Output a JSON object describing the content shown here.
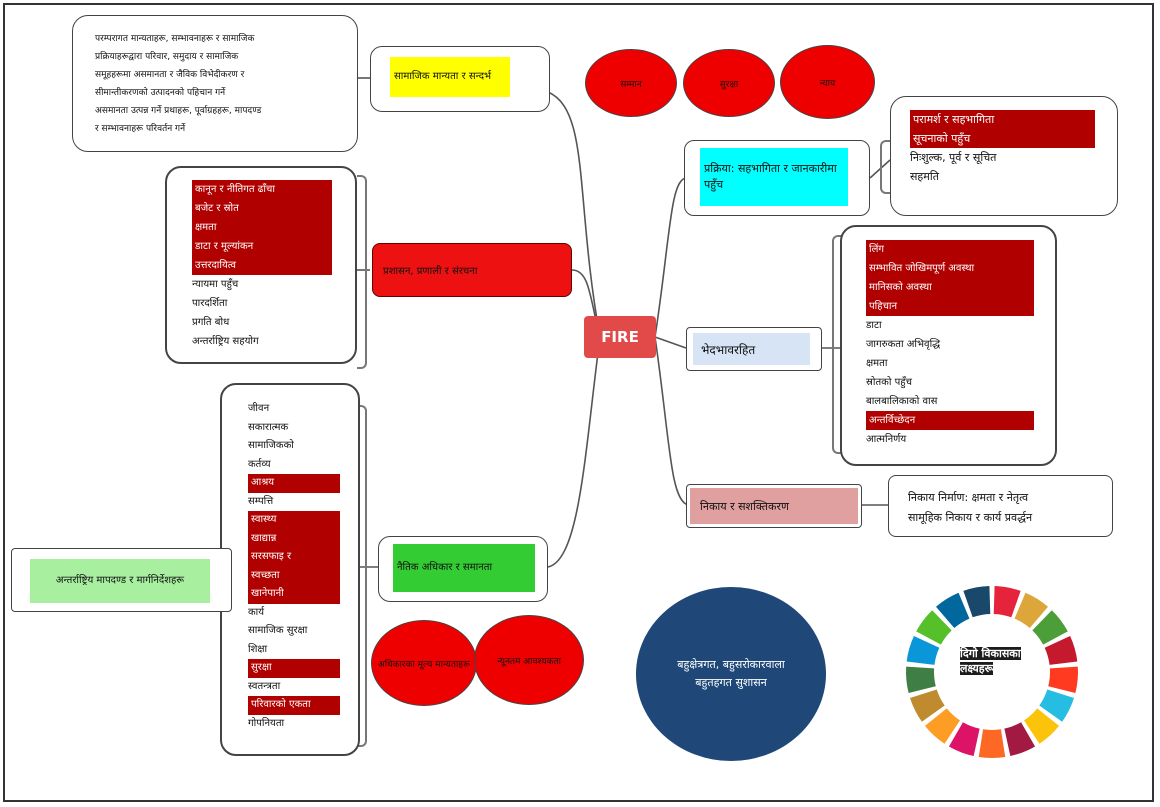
{
  "center": {
    "label": "FIRE"
  },
  "top_circles": [
    "सम्मान",
    "सुरक्षा",
    "न्याय"
  ],
  "bottom_circles": [
    "अधिकारका मूल्य मान्यताहरू",
    "न्यूनतम आवश्यकता"
  ],
  "nodes": {
    "social": "सामाजिक मान्यता र सन्दर्भ",
    "gov": "प्रशासन, प्रणाली र संरचना",
    "moral": "नैतिक अधिकार र समानता",
    "process": "प्रक्रिया: सहभागिता र जानकारीमा पहुँच",
    "nondisc": "भेदभावरहित",
    "empower": "निकाय र सशक्तिकरण",
    "intl": "अन्तर्राष्ट्रिय मापदण्ड र मार्गनिर्देशहरू",
    "oval": "बहुक्षेत्रगत, बहुसरोकारवाला बहुतहगत सुशासन",
    "sdg": "दिगो विकासका लक्ष्यहरू"
  },
  "social_desc": [
    "परम्परागत मान्यताहरू, सम्भावनाहरू र सामाजिक",
    "प्रक्रियाहरूद्वारा परिवार, समुदाय र सामाजिक",
    "समूहहरूमा असमानता र जैविक विभेदीकरण र",
    "सीमान्तीकरणको उत्पादनको पहिचान गर्ने",
    "असमानता उत्पन्न गर्ने प्रथाहरू, पूर्वाग्रहहरू, मापदण्ड",
    "र सम्भावनाहरू परिवर्तन गर्ने"
  ],
  "gov_items": [
    {
      "text": "कानून र नीतिगत ढाँचा",
      "hl": true
    },
    {
      "text": "बजेट र स्रोत",
      "hl": true
    },
    {
      "text": "क्षमता",
      "hl": true
    },
    {
      "text": "डाटा र मूल्यांकन",
      "hl": true
    },
    {
      "text": "उत्तरदायित्व",
      "hl": true
    },
    {
      "text": "न्यायमा पहुँच",
      "hl": false
    },
    {
      "text": "पारदर्शिता",
      "hl": false
    },
    {
      "text": "प्रगति बोध",
      "hl": false
    },
    {
      "text": "अन्तर्राष्ट्रिय सहयोग",
      "hl": false
    }
  ],
  "moral_items": [
    {
      "text": "जीवन",
      "hl": false
    },
    {
      "text": "सकारात्मक",
      "hl": false
    },
    {
      "text": "सामाजिकको",
      "hl": false
    },
    {
      "text": "कर्तव्य",
      "hl": false
    },
    {
      "text": "आश्रय",
      "hl": true
    },
    {
      "text": "सम्पत्ति",
      "hl": false
    },
    {
      "text": "स्वास्थ्य",
      "hl": true
    },
    {
      "text": "खाद्यान्न",
      "hl": true
    },
    {
      "text": "सरसफाइ र",
      "hl": true
    },
    {
      "text": "स्वच्छता",
      "hl": true
    },
    {
      "text": "खानेपानी",
      "hl": true
    },
    {
      "text": "कार्य",
      "hl": false
    },
    {
      "text": "सामाजिक सुरक्षा",
      "hl": false
    },
    {
      "text": "शिक्षा",
      "hl": false
    },
    {
      "text": "सुरक्षा",
      "hl": true
    },
    {
      "text": "स्वतन्त्रता",
      "hl": false
    },
    {
      "text": "परिवारको एकता",
      "hl": true
    },
    {
      "text": "गोपनियता",
      "hl": false
    }
  ],
  "process_items": [
    {
      "text": "परामर्श र सहभागिता",
      "hl": true
    },
    {
      "text": "सूचनाको पहुँच",
      "hl": true
    },
    {
      "text": "निःशुल्क, पूर्व र सूचित",
      "hl": false
    },
    {
      "text": "सहमति",
      "hl": false
    }
  ],
  "nondisc_items": [
    {
      "text": "लिंग",
      "hl": true
    },
    {
      "text": "सम्भावित जोखिमपूर्ण अवस्था",
      "hl": true
    },
    {
      "text": "मानिसको अवस्था",
      "hl": true
    },
    {
      "text": "पहिचान",
      "hl": true
    },
    {
      "text": "डाटा",
      "hl": false
    },
    {
      "text": "जागरुकता अभिवृद्धि",
      "hl": false
    },
    {
      "text": "क्षमता",
      "hl": false
    },
    {
      "text": "स्रोतको पहुँच",
      "hl": false
    },
    {
      "text": "बालबालिकाको वास",
      "hl": false
    },
    {
      "text": "अन्तर्विच्छेदन",
      "hl": true
    },
    {
      "text": "आत्मनिर्णय",
      "hl": false
    }
  ],
  "empower_items": [
    "निकाय निर्माण: क्षमता र नेतृत्व",
    "सामूहिक निकाय र कार्य प्रवर्द्धन"
  ],
  "colors": {
    "red": "#ee0000",
    "darkred": "#b00000",
    "yellow": "#ffff00",
    "cyan": "#00ffff",
    "green": "#33cc33",
    "lightgreen": "#a8f0a0",
    "lightblue": "#d6e4f5",
    "pink": "#e0a0a0",
    "navy": "#1f4778",
    "center": "#e24a4a"
  }
}
